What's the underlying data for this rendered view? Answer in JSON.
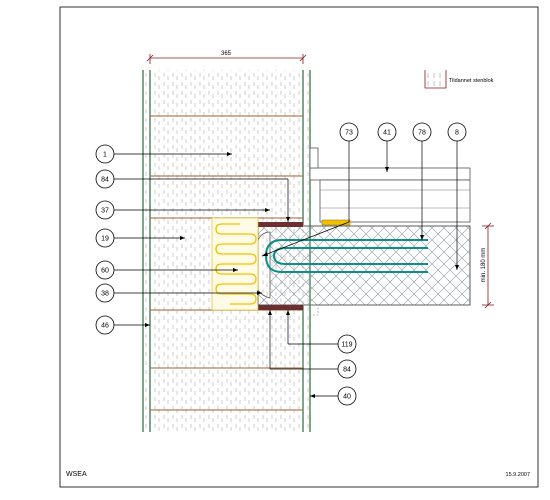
{
  "dimension": {
    "width_label": "365"
  },
  "legend": {
    "text": "Tildannet stenblok"
  },
  "height_label": "min. 180 mm",
  "left_callouts": [
    "1",
    "84",
    "37",
    "19",
    "60",
    "38",
    "46"
  ],
  "top_callouts": [
    "73",
    "41",
    "78",
    "8"
  ],
  "bottom_callouts": [
    "119",
    "84",
    "40"
  ],
  "footer": {
    "company": "WSEA",
    "date": "15.9.2007"
  },
  "colors": {
    "wall_line": "#2e6b3e",
    "mortar": "#a0622d",
    "insulation": "#f2c200",
    "rebar": "#0d8f86",
    "concrete_hatch": "#8c9aa6",
    "bearing": "#6b2f2f",
    "callout_line": "#000000"
  }
}
